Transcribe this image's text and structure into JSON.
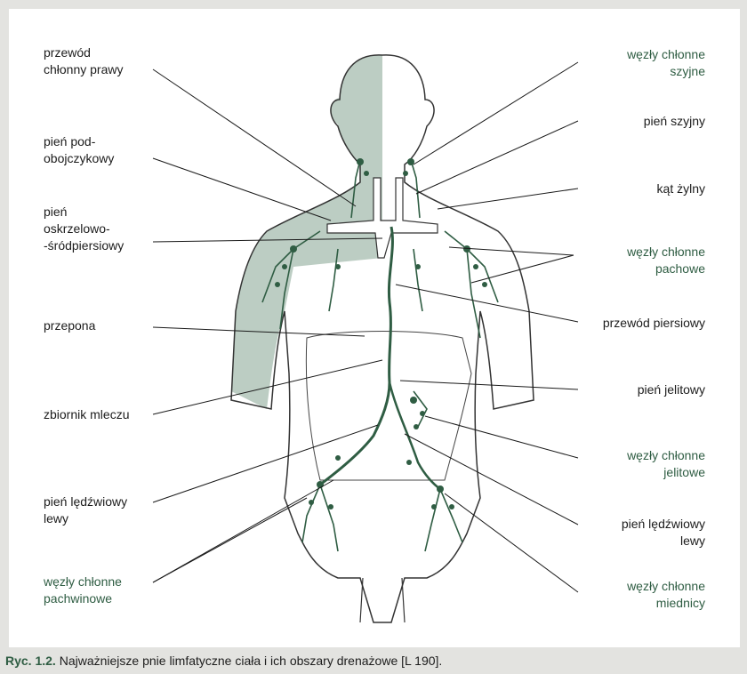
{
  "labels_left": [
    {
      "id": "przewod-chlonny-prawy",
      "lines": [
        "przewód",
        "chłonny prawy"
      ],
      "green": false
    },
    {
      "id": "pien-podobojczykowy",
      "lines": [
        "pień pod-",
        "obojczykowy"
      ],
      "green": false
    },
    {
      "id": "pien-oskrzelowo",
      "lines": [
        "pień",
        "oskrzelowo-",
        "-śródpiersiowy"
      ],
      "green": false
    },
    {
      "id": "przepona",
      "lines": [
        "przepona"
      ],
      "green": false
    },
    {
      "id": "zbiornik-mleczu",
      "lines": [
        "zbiornik mleczu"
      ],
      "green": false
    },
    {
      "id": "pien-ledzwiowy-lewy-l",
      "lines": [
        "pień lędźwiowy",
        "lewy"
      ],
      "green": false
    },
    {
      "id": "wezly-pachwinowe",
      "lines": [
        "węzły chłonne",
        "pachwinowe"
      ],
      "green": true
    }
  ],
  "labels_right": [
    {
      "id": "wezly-szyjne",
      "lines": [
        "węzły chłonne",
        "szyjne"
      ],
      "green": true
    },
    {
      "id": "pien-szyjny",
      "lines": [
        "pień szyjny"
      ],
      "green": false
    },
    {
      "id": "kat-zylny",
      "lines": [
        "kąt żylny"
      ],
      "green": false
    },
    {
      "id": "wezly-pachowe",
      "lines": [
        "węzły chłonne",
        "pachowe"
      ],
      "green": true
    },
    {
      "id": "przewod-piersiowy",
      "lines": [
        "przewód piersiowy"
      ],
      "green": false
    },
    {
      "id": "pien-jelitowy",
      "lines": [
        "pień jelitowy"
      ],
      "green": false
    },
    {
      "id": "wezly-jelitowe",
      "lines": [
        "węzły chłonne",
        "jelitowe"
      ],
      "green": true
    },
    {
      "id": "pien-ledzwiowy-lewy-r",
      "lines": [
        "pień lędźwiowy",
        "lewy"
      ],
      "green": false
    },
    {
      "id": "wezly-miednicy",
      "lines": [
        "węzły chłonne",
        "miednicy"
      ],
      "green": true
    }
  ],
  "caption": {
    "prefix": "Ryc. 1.2.",
    "text": " Najważniejsze pnie limfatyczne ciała i ich obszary drenażowe [L 190]."
  },
  "colors": {
    "shade": "#bccdc3",
    "node": "#2f5d43",
    "label_green": "#2f5d43",
    "line": "#1a1a1a"
  }
}
